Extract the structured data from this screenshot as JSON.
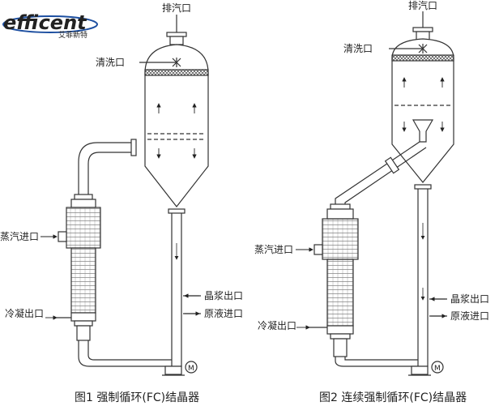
{
  "logo": {
    "brand": "efficent",
    "subtitle": "艾菲新特",
    "colors": {
      "red": "#d7262b",
      "blue": "#1d4fa0"
    }
  },
  "figure1": {
    "caption": "图1 强制循环(FC)结晶器",
    "labels": {
      "exhaust": "排汽口",
      "cleaning": "清洗口",
      "steam_inlet": "蒸汽进口",
      "condensate_outlet": "冷凝出口",
      "slurry_outlet": "晶浆出口",
      "feed_inlet": "原液进口",
      "motor": "M"
    }
  },
  "figure2": {
    "caption": "图2 连续强制循环(FC)结晶器",
    "labels": {
      "exhaust": "排汽口",
      "cleaning": "清洗口",
      "steam_inlet": "蒸汽进口",
      "condensate_outlet": "冷凝出口",
      "slurry_outlet": "晶浆出口",
      "feed_inlet": "原液进口",
      "motor": "M"
    }
  },
  "colors": {
    "line": "#333333",
    "pipe_fill": "#ffffff",
    "mesh": "#555555"
  }
}
